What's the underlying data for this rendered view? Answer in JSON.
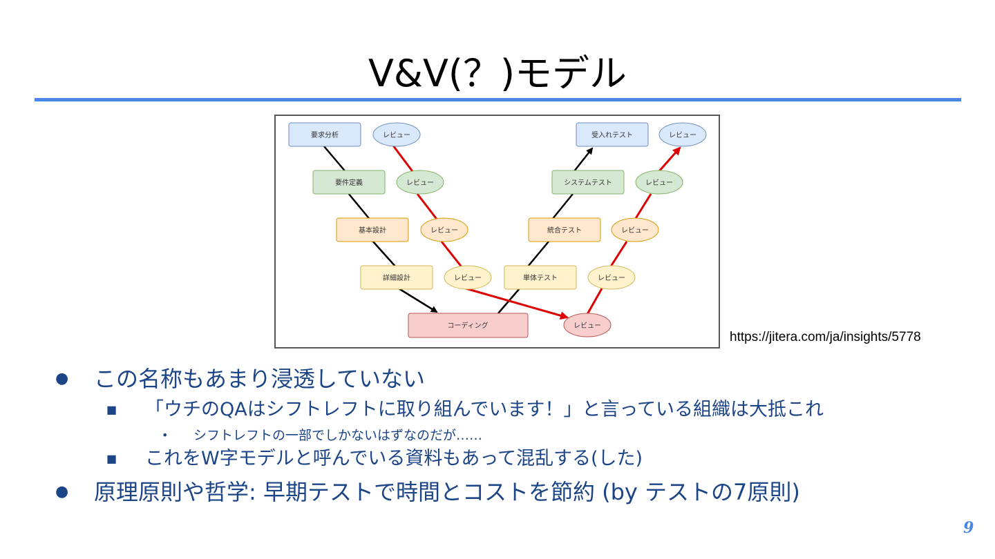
{
  "slide": {
    "title": "V&V(？)モデル",
    "source_url": "https://jitera.com/ja/insights/5778",
    "page_number": "9",
    "accent_color": "#4a86e8",
    "text_color": "#1c4587"
  },
  "diagram": {
    "nodes": {
      "req_analysis": "要求分析",
      "req_def": "要件定義",
      "basic_design": "基本設計",
      "detail_design": "詳細設計",
      "coding": "コーディング",
      "unit_test": "単体テスト",
      "integration_test": "統合テスト",
      "system_test": "システムテスト",
      "acceptance_test": "受入れテスト",
      "review": "レビュー"
    },
    "colors": {
      "blue": "#dae8fc",
      "green": "#d5e8d4",
      "orange": "#ffe6cc",
      "yellow": "#fff2cc",
      "red": "#f8cecc",
      "review_arrow": "#dd0000",
      "process_arrow": "#000000"
    }
  },
  "bullets": [
    {
      "level": 1,
      "marker": "●",
      "text": "この名称もあまり浸透していない"
    },
    {
      "level": 2,
      "marker": "■",
      "text": "「ウチのQAはシフトレフトに取り組んでいます！」と言っている組織は大抵これ"
    },
    {
      "level": 3,
      "marker": "•",
      "text": "シフトレフトの一部でしかないはずなのだが……"
    },
    {
      "level": 2,
      "marker": "■",
      "text": "これをW字モデルと呼んでいる資料もあって混乱する(した)"
    },
    {
      "level": 1,
      "marker": "●",
      "text": "原理原則や哲学: 早期テストで時間とコストを節約 (by テストの7原則)"
    }
  ]
}
